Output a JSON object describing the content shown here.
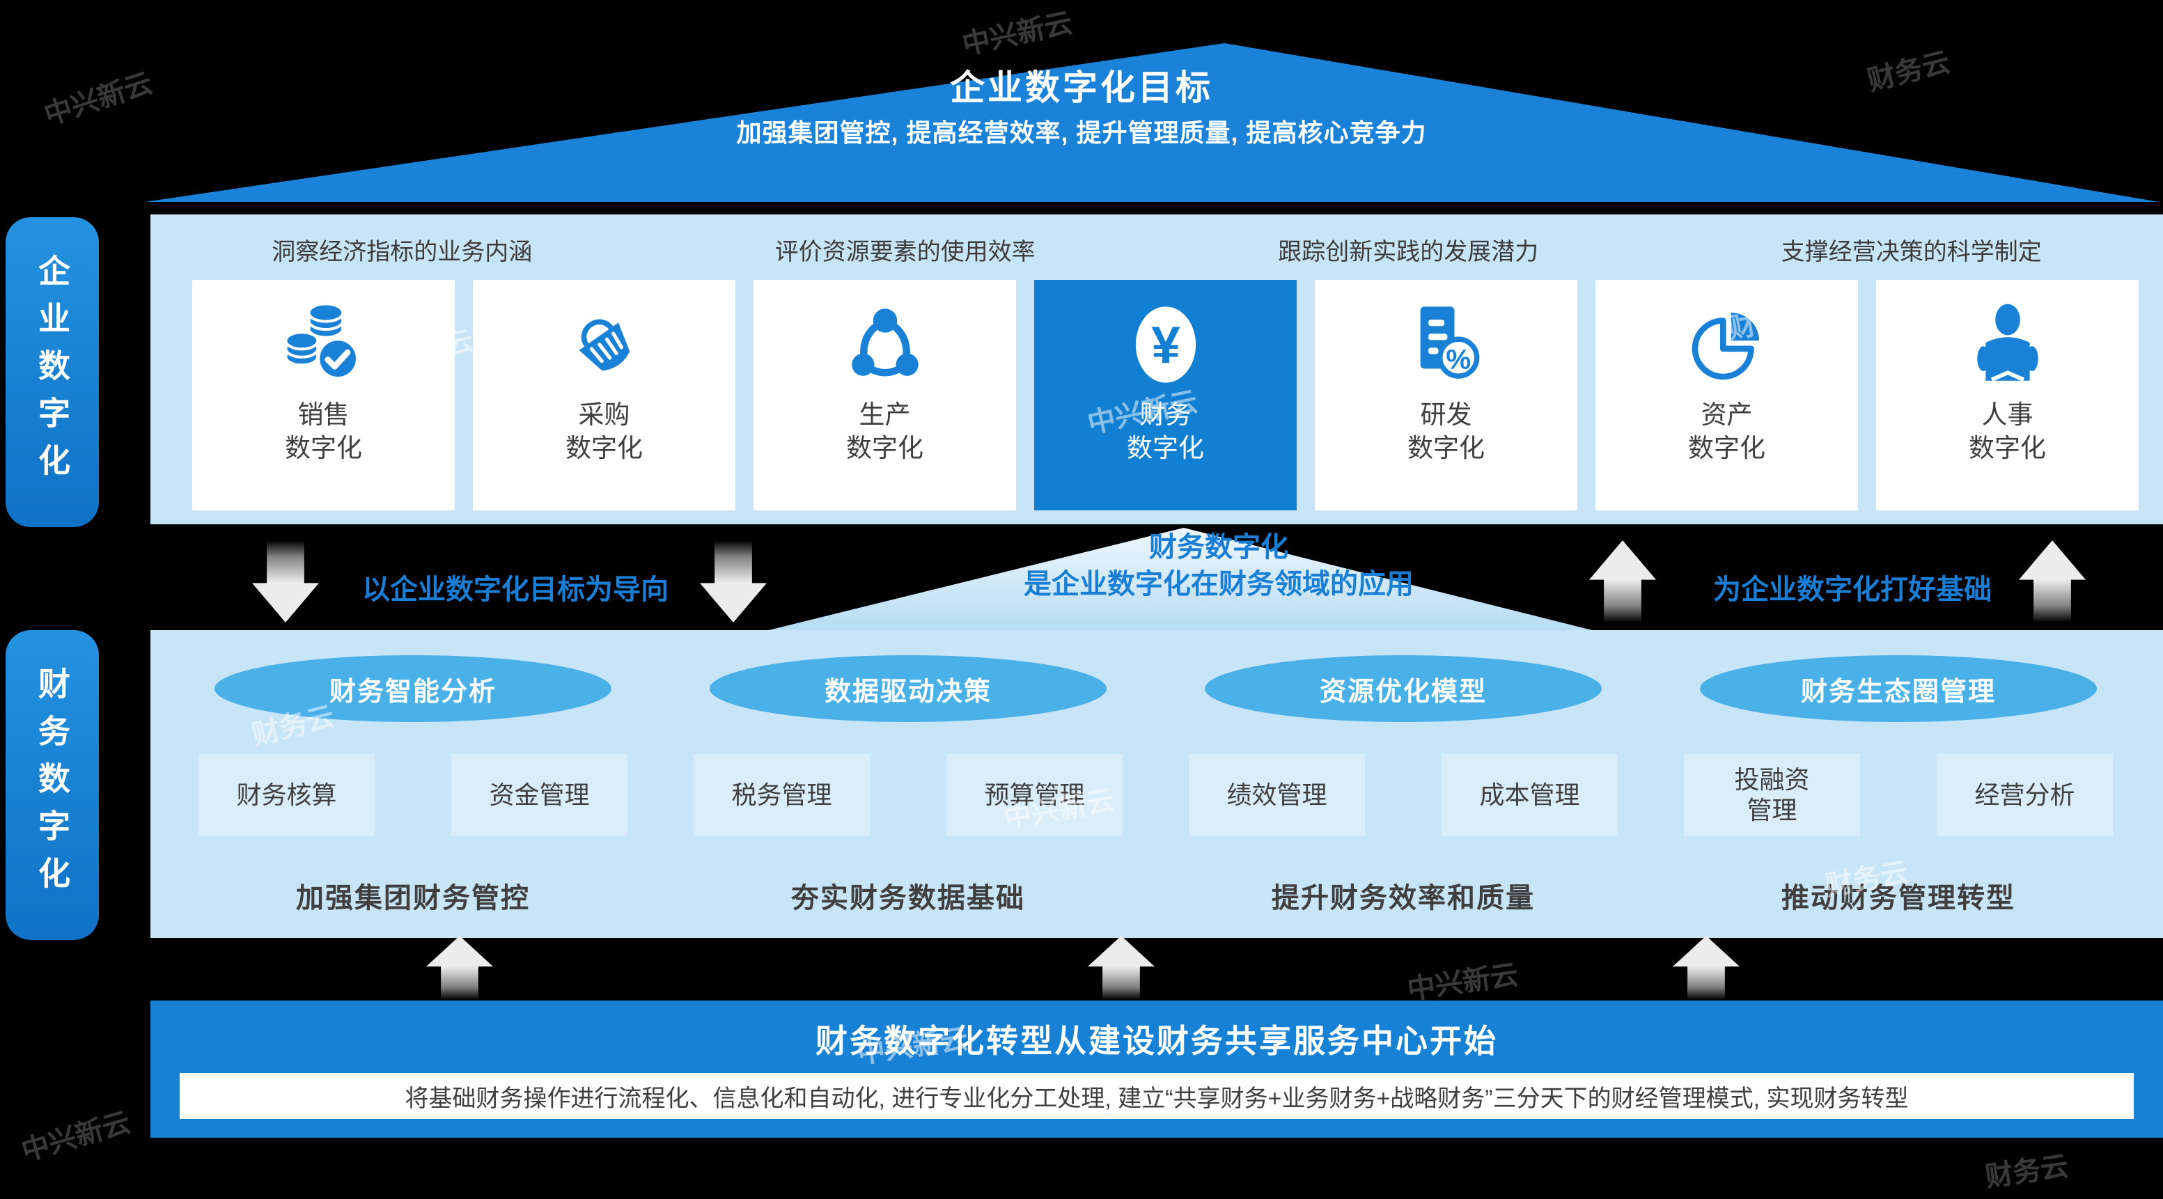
{
  "colors": {
    "primary_blue": "#1a82d6",
    "panel_light_blue": "#c8e5f7",
    "pill_blue": "#49b0e8",
    "panel_box_bg": "#d9edfb",
    "dark_text": "#3f3f3f",
    "blue_text": "#1a7fd4",
    "arrow_gray": "#ececec"
  },
  "watermark": {
    "brand": "中兴新云",
    "product": "财务云",
    "logo": "◎"
  },
  "sidebar_tabs": [
    {
      "label": "企业数字化"
    },
    {
      "label": "财务数字化"
    }
  ],
  "roof": {
    "title": "企业数字化目标",
    "subtitle": "加强集团管控, 提高经营效率, 提升管理质量, 提高核心竞争力"
  },
  "enterprise_section": {
    "headers": [
      "洞察经济指标的业务内涵",
      "评价资源要素的使用效率",
      "跟踪创新实践的发展潜力",
      "支撑经营决策的科学制定"
    ],
    "domains": [
      {
        "label": "销售\n数字化",
        "icon": "coins-check-icon",
        "active": false
      },
      {
        "label": "采购\n数字化",
        "icon": "basket-icon",
        "active": false
      },
      {
        "label": "生产\n数字化",
        "icon": "share-nodes-icon",
        "active": false
      },
      {
        "label": "财务\n数字化",
        "icon": "yuan-coin-icon",
        "active": true
      },
      {
        "label": "研发\n数字化",
        "icon": "document-percent-icon",
        "active": false
      },
      {
        "label": "资产\n数字化",
        "icon": "pie-chart-icon",
        "active": false
      },
      {
        "label": "人事\n数字化",
        "icon": "person-reading-icon",
        "active": false
      }
    ]
  },
  "mid": {
    "left_note": "以企业数字化目标为导向",
    "center_line1": "财务数字化",
    "center_line2": "是企业数字化在财务领域的应用",
    "right_note": "为企业数字化打好基础"
  },
  "finance_section": {
    "groups": [
      {
        "pill": "财务智能分析",
        "boxes": [
          "财务核算",
          "资金管理"
        ],
        "summary": "加强集团财务管控"
      },
      {
        "pill": "数据驱动决策",
        "boxes": [
          "税务管理",
          "预算管理"
        ],
        "summary": "夯实财务数据基础"
      },
      {
        "pill": "资源优化模型",
        "boxes": [
          "绩效管理",
          "成本管理"
        ],
        "summary": "提升财务效率和质量"
      },
      {
        "pill": "财务生态圈管理",
        "boxes": [
          "投融资\n管理",
          "经营分析"
        ],
        "summary": "推动财务管理转型"
      }
    ]
  },
  "banner": {
    "title": "财务数字化转型从建设财务共享服务中心开始",
    "description": "将基础财务操作进行流程化、信息化和自动化, 进行专业化分工处理, 建立“共享财务+业务财务+战略财务”三分天下的财经管理模式, 实现财务转型"
  }
}
